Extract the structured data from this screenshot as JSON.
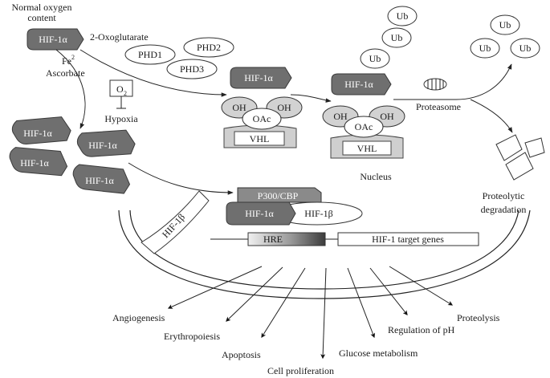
{
  "labels": {
    "normal_oxygen_line1": "Normal oxygen",
    "normal_oxygen_line2": "content",
    "hif1a": "HIF-1α",
    "oxoglutarate": "2-Oxoglutarate",
    "fe": "Fe",
    "fe_sup": "2",
    "ascorbate": "Ascorbate",
    "phd1": "PHD1",
    "phd2": "PHD2",
    "phd3": "PHD3",
    "o2": "O",
    "o2_sub": "2",
    "hypoxia": "Hypoxia",
    "oh": "OH",
    "oac": "OAc",
    "vhl": "VHL",
    "ub": "Ub",
    "proteasome": "Proteasome",
    "nucleus": "Nucleus",
    "proteolytic": "Proteolytic",
    "degradation": "degradation",
    "p300": "P300/CBP",
    "hif1b": "HIF-1β",
    "hre": "HRE",
    "target_genes": "HIF-1 target genes"
  },
  "outcomes": {
    "angiogenesis": "Angiogenesis",
    "erythropoiesis": "Erythropoiesis",
    "apoptosis": "Apoptosis",
    "cell_proliferation": "Cell proliferation",
    "glucose_metabolism": "Glucose metabolism",
    "regulation_ph": "Regulation of pH",
    "proteolysis": "Proteolysis"
  }
}
